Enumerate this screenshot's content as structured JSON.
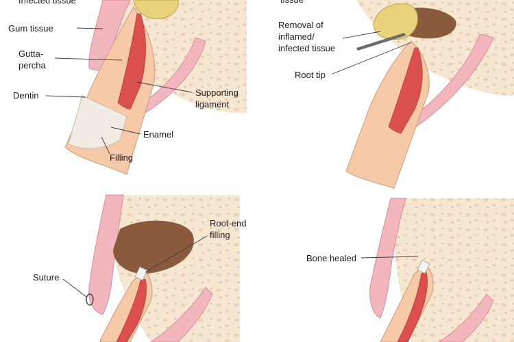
{
  "panels": [
    {
      "labels": {
        "infected_tissue": "Infected tissue",
        "gum_tissue": "Gum tissue",
        "gutta_percha": [
          "Gutta-",
          "percha"
        ],
        "dentin": "Dentin",
        "supporting_ligament": [
          "Supporting",
          "ligament"
        ],
        "enamel": "Enamel",
        "filling": "Filling"
      }
    },
    {
      "labels": {
        "tissue_top": "tissue",
        "removal": [
          "Removal of",
          "inflamed/",
          "infected tissue"
        ],
        "root_tip": "Root tip"
      }
    },
    {
      "labels": {
        "root_end_filling": [
          "Root-end",
          "filling"
        ],
        "suture": "Suture"
      }
    },
    {
      "labels": {
        "bone_healed": "Bone healed"
      }
    }
  ],
  "colors": {
    "gum": "#f2b6bf",
    "gum_edge": "#d98b98",
    "bone": "#f6e7d3",
    "bone_pore": "#e9cfb1",
    "dentin": "#f6c9a8",
    "enamel": "#f3ece4",
    "pulp": "#e27978",
    "gutta": "#d9504f",
    "infection": "#e8d27c",
    "cavity": "#8a5a3c",
    "line": "#3a3a3a"
  }
}
